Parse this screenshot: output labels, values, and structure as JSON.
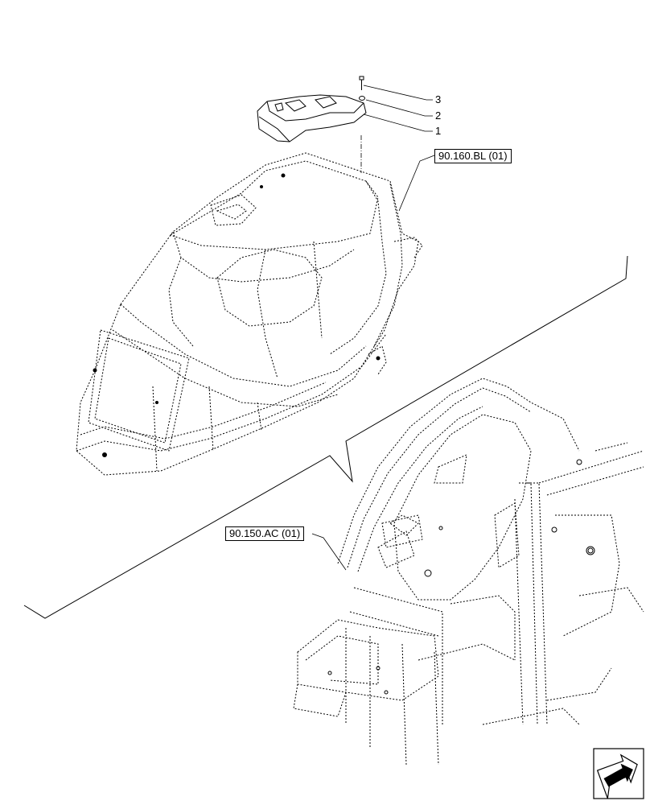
{
  "references": {
    "upper": "90.160.BL (01)",
    "lower": "90.150.AC (01)"
  },
  "callouts": {
    "c3": "3",
    "c2": "2",
    "c1": "1"
  },
  "icons": {
    "nav": "next-page-arrow-icon"
  }
}
